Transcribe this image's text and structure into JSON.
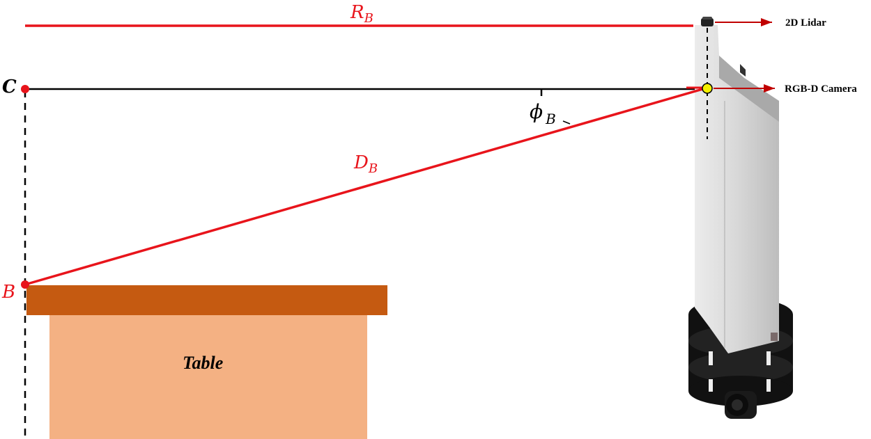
{
  "labels": {
    "range": "R",
    "range_sub": "B",
    "distance": "D",
    "distance_sub": "B",
    "angle": "ϕ",
    "angle_sub": "B",
    "point_c": "C",
    "point_b": "B",
    "lidar": "2D Lidar",
    "camera": "RGB-D Camera",
    "table": "Table"
  },
  "colors": {
    "accent_red": "#e8141b",
    "tabletop": "#c55a11",
    "table_body": "#f4b183",
    "robot_body": "#d3d3d3",
    "robot_base": "#111111"
  }
}
